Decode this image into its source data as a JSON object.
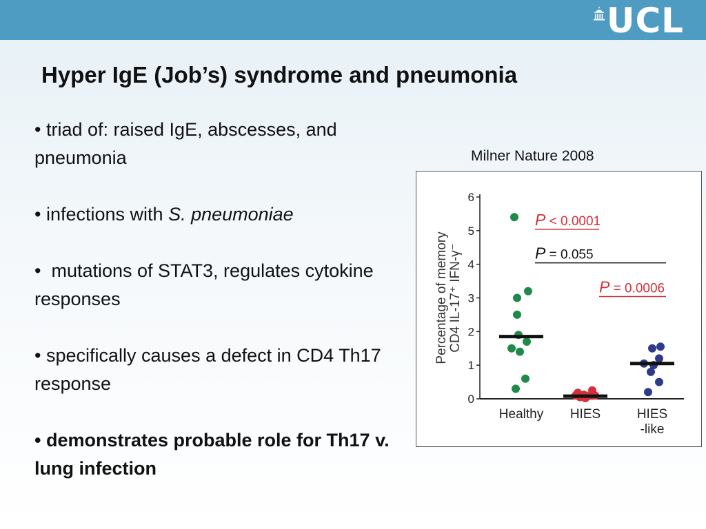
{
  "header": {
    "logo_text": "UCL",
    "bar_color": "#4f9cc3"
  },
  "title": "Hyper IgE (Job’s) syndrome and pneumonia",
  "bullets": [
    {
      "prefix": "• ",
      "text": "triad of: raised IgE, abscesses, and pneumonia"
    },
    {
      "prefix": "• ",
      "text": "infections with ",
      "italic": "S. pneumoniae"
    },
    {
      "prefix": "•  ",
      "text": "mutations of STAT3, regulates cytokine responses"
    },
    {
      "prefix": "• ",
      "text": "specifically causes a defect in CD4 Th17 response"
    },
    {
      "prefix": "• ",
      "text": "demonstrates probable role for Th17 v. lung infection",
      "bold": true
    }
  ],
  "citation": "Milner Nature 2008",
  "chart_data": {
    "type": "scatter",
    "ylabel_line1": "Percentage of memory",
    "ylabel_line2": "CD4 IL-17⁺ IFN-γ⁻",
    "ylim": [
      0,
      6
    ],
    "yticks": [
      0,
      1,
      2,
      3,
      4,
      5,
      6
    ],
    "categories": [
      "Healthy",
      "HIES",
      "HIES -like"
    ],
    "category_label_lines": [
      [
        "Healthy"
      ],
      [
        "HIES"
      ],
      [
        "HIES",
        "-like"
      ]
    ],
    "grid": false,
    "series": [
      {
        "color": "#1e8a4a",
        "points": [
          {
            "dx": -0.1,
            "y": 5.4
          },
          {
            "dx": 0.1,
            "y": 3.2
          },
          {
            "dx": -0.06,
            "y": 3.0
          },
          {
            "dx": -0.06,
            "y": 2.5
          },
          {
            "dx": -0.04,
            "y": 1.9
          },
          {
            "dx": 0.08,
            "y": 1.7
          },
          {
            "dx": -0.14,
            "y": 1.5
          },
          {
            "dx": -0.02,
            "y": 1.4
          },
          {
            "dx": 0.06,
            "y": 0.6
          },
          {
            "dx": -0.08,
            "y": 0.3
          }
        ],
        "median": 1.85
      },
      {
        "color": "#d3303a",
        "points": [
          {
            "dx": -0.14,
            "y": 0.1
          },
          {
            "dx": -0.08,
            "y": 0.05
          },
          {
            "dx": -0.02,
            "y": 0.12
          },
          {
            "dx": 0.04,
            "y": 0.08
          },
          {
            "dx": 0.1,
            "y": 0.25
          },
          {
            "dx": 0.14,
            "y": 0.1
          },
          {
            "dx": 0.0,
            "y": 0.02
          },
          {
            "dx": -0.11,
            "y": 0.18
          }
        ],
        "median": 0.08
      },
      {
        "color": "#2f3a8a",
        "points": [
          {
            "dx": 0.0,
            "y": 1.5
          },
          {
            "dx": 0.12,
            "y": 1.55
          },
          {
            "dx": 0.1,
            "y": 1.2
          },
          {
            "dx": -0.12,
            "y": 1.05
          },
          {
            "dx": 0.02,
            "y": 1.0
          },
          {
            "dx": -0.02,
            "y": 0.8
          },
          {
            "dx": 0.1,
            "y": 0.5
          },
          {
            "dx": -0.06,
            "y": 0.2
          }
        ],
        "median": 1.05
      }
    ],
    "annotations": [
      {
        "letter": "P",
        "rest": " < 0.0001",
        "color": "#d3303a",
        "from": 0,
        "to": 1,
        "y": 5.0
      },
      {
        "letter": "P",
        "rest": " = 0.055",
        "color": "#111111",
        "from": 0,
        "to": 2,
        "y": 4.0
      },
      {
        "letter": "P",
        "rest": " = 0.0006",
        "color": "#d3303a",
        "from": 1,
        "to": 2,
        "y": 3.0
      }
    ]
  }
}
